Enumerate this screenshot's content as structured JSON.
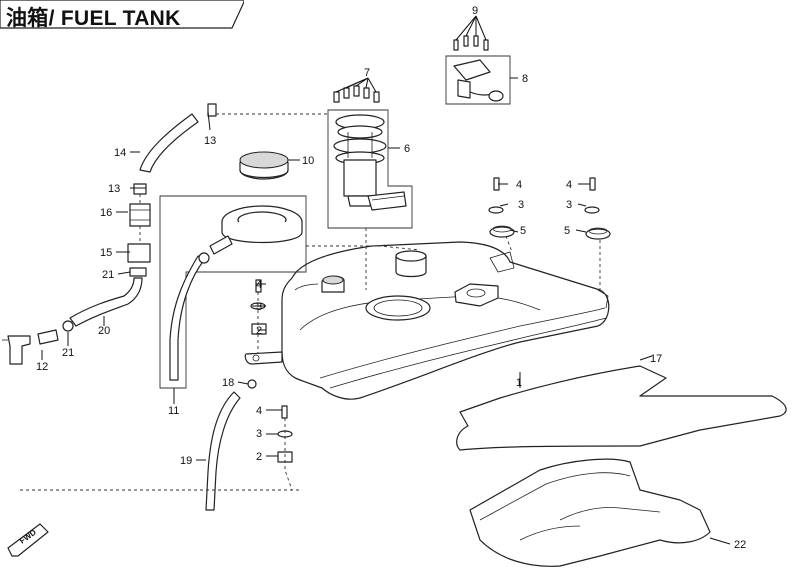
{
  "title": "油箱/ FUEL TANK",
  "callouts": [
    {
      "id": "c1",
      "label": "1"
    },
    {
      "id": "c2a",
      "label": "2"
    },
    {
      "id": "c2b",
      "label": "2"
    },
    {
      "id": "c3a",
      "label": "3"
    },
    {
      "id": "c3b",
      "label": "3"
    },
    {
      "id": "c3c",
      "label": "3"
    },
    {
      "id": "c3d",
      "label": "3"
    },
    {
      "id": "c4a",
      "label": "4"
    },
    {
      "id": "c4b",
      "label": "4"
    },
    {
      "id": "c4c",
      "label": "4"
    },
    {
      "id": "c4d",
      "label": "4"
    },
    {
      "id": "c5a",
      "label": "5"
    },
    {
      "id": "c5b",
      "label": "5"
    },
    {
      "id": "c6",
      "label": "6"
    },
    {
      "id": "c7",
      "label": "7"
    },
    {
      "id": "c8",
      "label": "8"
    },
    {
      "id": "c9",
      "label": "9"
    },
    {
      "id": "c10",
      "label": "10"
    },
    {
      "id": "c11",
      "label": "11"
    },
    {
      "id": "c12",
      "label": "12"
    },
    {
      "id": "c13a",
      "label": "13"
    },
    {
      "id": "c13b",
      "label": "13"
    },
    {
      "id": "c14",
      "label": "14"
    },
    {
      "id": "c15",
      "label": "15"
    },
    {
      "id": "c16",
      "label": "16"
    },
    {
      "id": "c17",
      "label": "17"
    },
    {
      "id": "c18",
      "label": "18"
    },
    {
      "id": "c19",
      "label": "19"
    },
    {
      "id": "c20",
      "label": "20"
    },
    {
      "id": "c21a",
      "label": "21"
    },
    {
      "id": "c21b",
      "label": "21"
    },
    {
      "id": "c22",
      "label": "22"
    }
  ],
  "fwd_label": "FWD"
}
